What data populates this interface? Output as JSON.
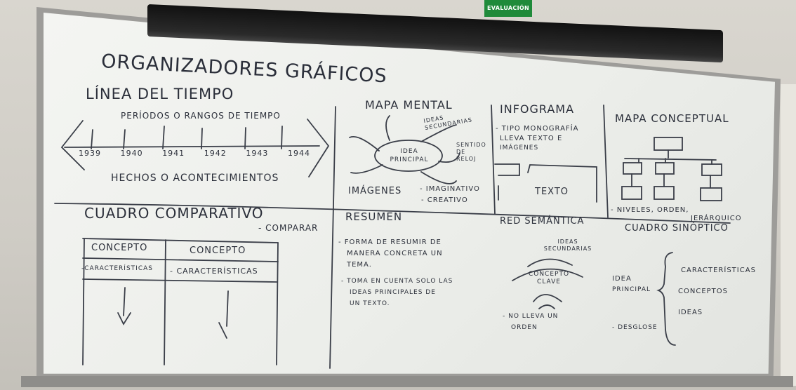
{
  "exit_sign": "EVALUACIÓN",
  "board": {
    "title": "ORGANIZADORES GRÁFICOS",
    "sections": {
      "timeline": {
        "heading": "LÍNEA DEL TIEMPO",
        "top_label": "PERÍODOS O RANGOS DE TIEMPO",
        "years": [
          "1939",
          "1940",
          "1941",
          "1942",
          "1943",
          "1944"
        ],
        "bottom_label": "HECHOS O ACONTECIMIENTOS"
      },
      "mind_map": {
        "heading": "MAPA MENTAL",
        "center": "IDEA PRINCIPAL",
        "branch_1": "IDEAS SECUNDARIAS",
        "branch_2": "SENTIDO DE RELOJ",
        "note_1": "IMÁGENES",
        "note_2": "- IMAGINATIVO",
        "note_3": "- CREATIVO"
      },
      "infographic": {
        "heading": "INFOGRAMA",
        "line_1": "- TIPO MONOGRAFÍA",
        "line_2": "LLEVA TEXTO E",
        "line_3": "IMÁGENES",
        "box_text": "TEXTO"
      },
      "concept_map": {
        "heading": "MAPA CONCEPTUAL",
        "note_1": "- NIVELES, ORDEN,",
        "note_2": "JERÁRQUICO"
      },
      "comparison": {
        "heading": "CUADRO COMPARATIVO",
        "note": "- COMPARAR",
        "col_1": "CONCEPTO",
        "col_2": "CONCEPTO",
        "row_1": "-CARACTERÍSTICAS",
        "row_2": "- CARACTERÍSTICAS"
      },
      "summary": {
        "heading": "RESUMEN",
        "line_1": "- FORMA DE RESUMIR DE",
        "line_2": "MANERA CONCRETA UN",
        "line_3": "TEMA.",
        "line_4": "- TOMA EN CUENTA SOLO LAS",
        "line_5": "IDEAS PRINCIPALES DE",
        "line_6": "UN TEXTO."
      },
      "semantic_net": {
        "heading": "RED SEMÁNTICA",
        "secondary": "IDEAS SECUNDARIAS",
        "center": "CONCEPTO CLAVE",
        "note_1": "- NO LLEVA UN",
        "note_2": "ORDEN"
      },
      "synoptic": {
        "heading": "CUADRO SINÓPTICO",
        "left_1": "IDEA",
        "left_2": "PRINCIPAL",
        "item_1": "CARACTERÍSTICAS",
        "item_2": "CONCEPTOS",
        "item_3": "IDEAS",
        "note": "- DESGLOSE"
      }
    }
  }
}
